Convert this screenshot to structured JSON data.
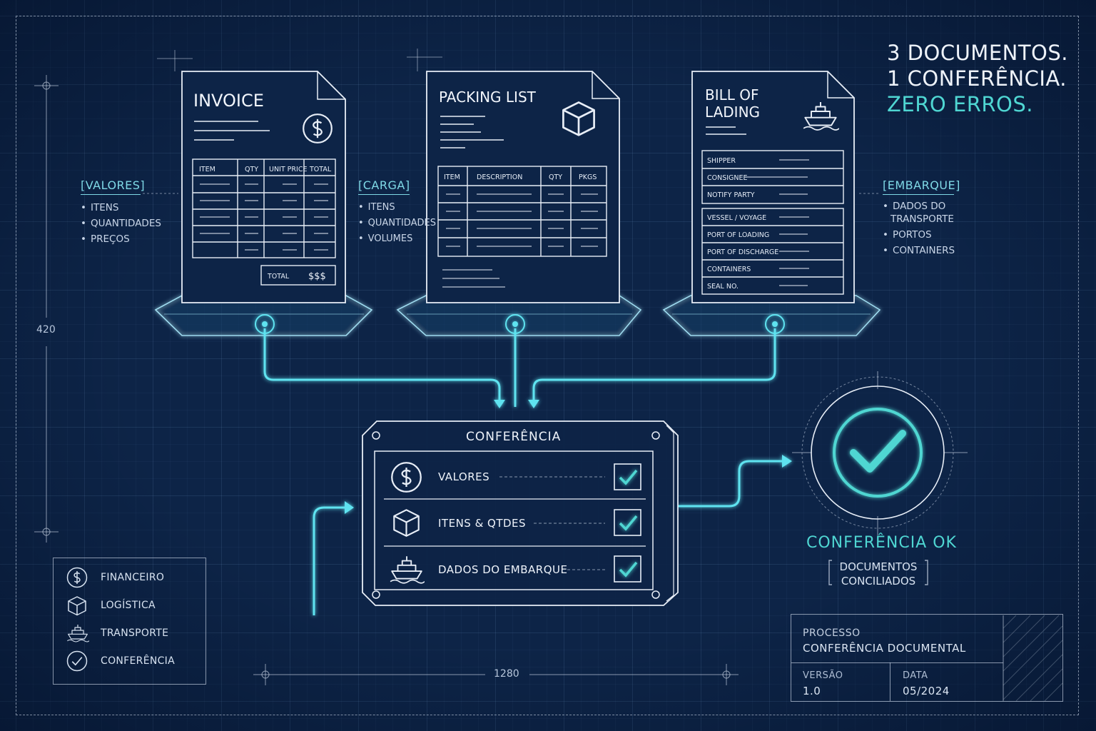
{
  "headline": {
    "line1": "3 DOCUMENTOS.",
    "line2": "1 CONFERÊNCIA.",
    "line3": "ZERO ERROS."
  },
  "dimensions": {
    "vertical": "420",
    "horizontal": "1280"
  },
  "categories": {
    "valores": {
      "title": "[VALORES]",
      "items": [
        "ITENS",
        "QUANTIDADES",
        "PREÇOS"
      ]
    },
    "carga": {
      "title": "[CARGA]",
      "items": [
        "ITENS",
        "QUANTIDADES",
        "VOLUMES"
      ]
    },
    "embarque": {
      "title": "[EMBARQUE]",
      "items": [
        "DADOS DO",
        "TRANSPORTE",
        "PORTOS",
        "CONTAINERS"
      ]
    }
  },
  "invoice": {
    "title": "INVOICE",
    "icon": "dollar-icon",
    "columns": [
      "ITEM",
      "QTY",
      "UNIT PRICE",
      "TOTAL"
    ],
    "total_label": "TOTAL",
    "total_value": "$$$"
  },
  "packing_list": {
    "title": "PACKING LIST",
    "icon": "box-icon",
    "columns": [
      "ITEM",
      "DESCRIPTION",
      "QTY",
      "PKGS"
    ]
  },
  "bill_of_lading": {
    "title_line1": "BILL OF",
    "title_line2": "LADING",
    "icon": "ship-icon",
    "fields_top": [
      "SHIPPER",
      "CONSIGNEE",
      "NOTIFY PARTY"
    ],
    "fields_bottom": [
      "VESSEL / VOYAGE",
      "PORT OF LOADING",
      "PORT OF DISCHARGE",
      "CONTAINERS",
      "SEAL NO."
    ]
  },
  "conferencia": {
    "title": "CONFERÊNCIA",
    "rows": [
      {
        "label": "VALORES",
        "icon": "dollar-icon",
        "checked": true
      },
      {
        "label": "ITENS & QTDES",
        "icon": "box-icon",
        "checked": true
      },
      {
        "label": "DADOS DO EMBARQUE",
        "icon": "ship-icon",
        "checked": true
      }
    ]
  },
  "result": {
    "title": "CONFERÊNCIA OK",
    "sub1": "DOCUMENTOS",
    "sub2": "CONCILIADOS"
  },
  "legend": [
    {
      "icon": "dollar-icon",
      "label": "FINANCEIRO"
    },
    {
      "icon": "box-icon",
      "label": "LOGÍSTICA"
    },
    {
      "icon": "ship-icon",
      "label": "TRANSPORTE"
    },
    {
      "icon": "check-icon",
      "label": "CONFERÊNCIA"
    }
  ],
  "title_block": {
    "processo_label": "PROCESSO",
    "processo_value": "CONFERÊNCIA DOCUMENTAL",
    "versao_label": "VERSÃO",
    "versao_value": "1.0",
    "data_label": "DATA",
    "data_value": "05/2024"
  },
  "colors": {
    "background": "#0d2447",
    "accent": "#4fd6d2",
    "line": "#e8eef7",
    "glow": "#5fe3f0"
  }
}
